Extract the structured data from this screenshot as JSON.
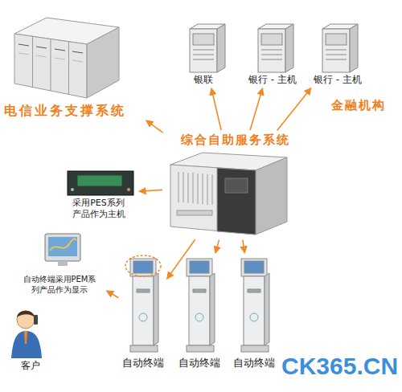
{
  "diagram": {
    "nodes": [
      {
        "text": [
          "电信业务支撑系统"
        ]
      },
      {
        "text": [
          "银联"
        ]
      },
      {
        "text": [
          "银行 - 主机"
        ]
      },
      {
        "text": [
          "银行 - 主机"
        ]
      },
      {
        "text": [
          "综合自助服务系统"
        ]
      },
      {
        "text": [
          "采用PES系列产品作为主机"
        ]
      },
      {
        "text": [
          "自动终端采用PEM系列产品作为显示"
        ]
      },
      {
        "text": [
          "客户"
        ]
      },
      {
        "text": [
          "自动终端"
        ]
      },
      {
        "text": [
          "自动终端"
        ]
      },
      {
        "text": [
          "自动终端"
        ]
      }
    ],
    "edges": [
      {
        "from": 4,
        "to": 0,
        "arrow": "to"
      },
      {
        "from": 4,
        "to": 1,
        "arrow": "to"
      },
      {
        "from": 4,
        "to": 2,
        "arrow": "to"
      },
      {
        "from": 4,
        "to": 3,
        "arrow": "to"
      },
      {
        "from": 4,
        "to": 5,
        "arrow": "to"
      },
      {
        "from": 4,
        "to": 8,
        "arrow": "to"
      },
      {
        "from": 4,
        "to": 9,
        "arrow": "to"
      },
      {
        "from": 4,
        "to": 10,
        "arrow": "to"
      },
      {
        "from": 8,
        "to": 6,
        "arrow": "to"
      }
    ],
    "labels": [
      "金融机构",
      "CK365.CN"
    ]
  }
}
